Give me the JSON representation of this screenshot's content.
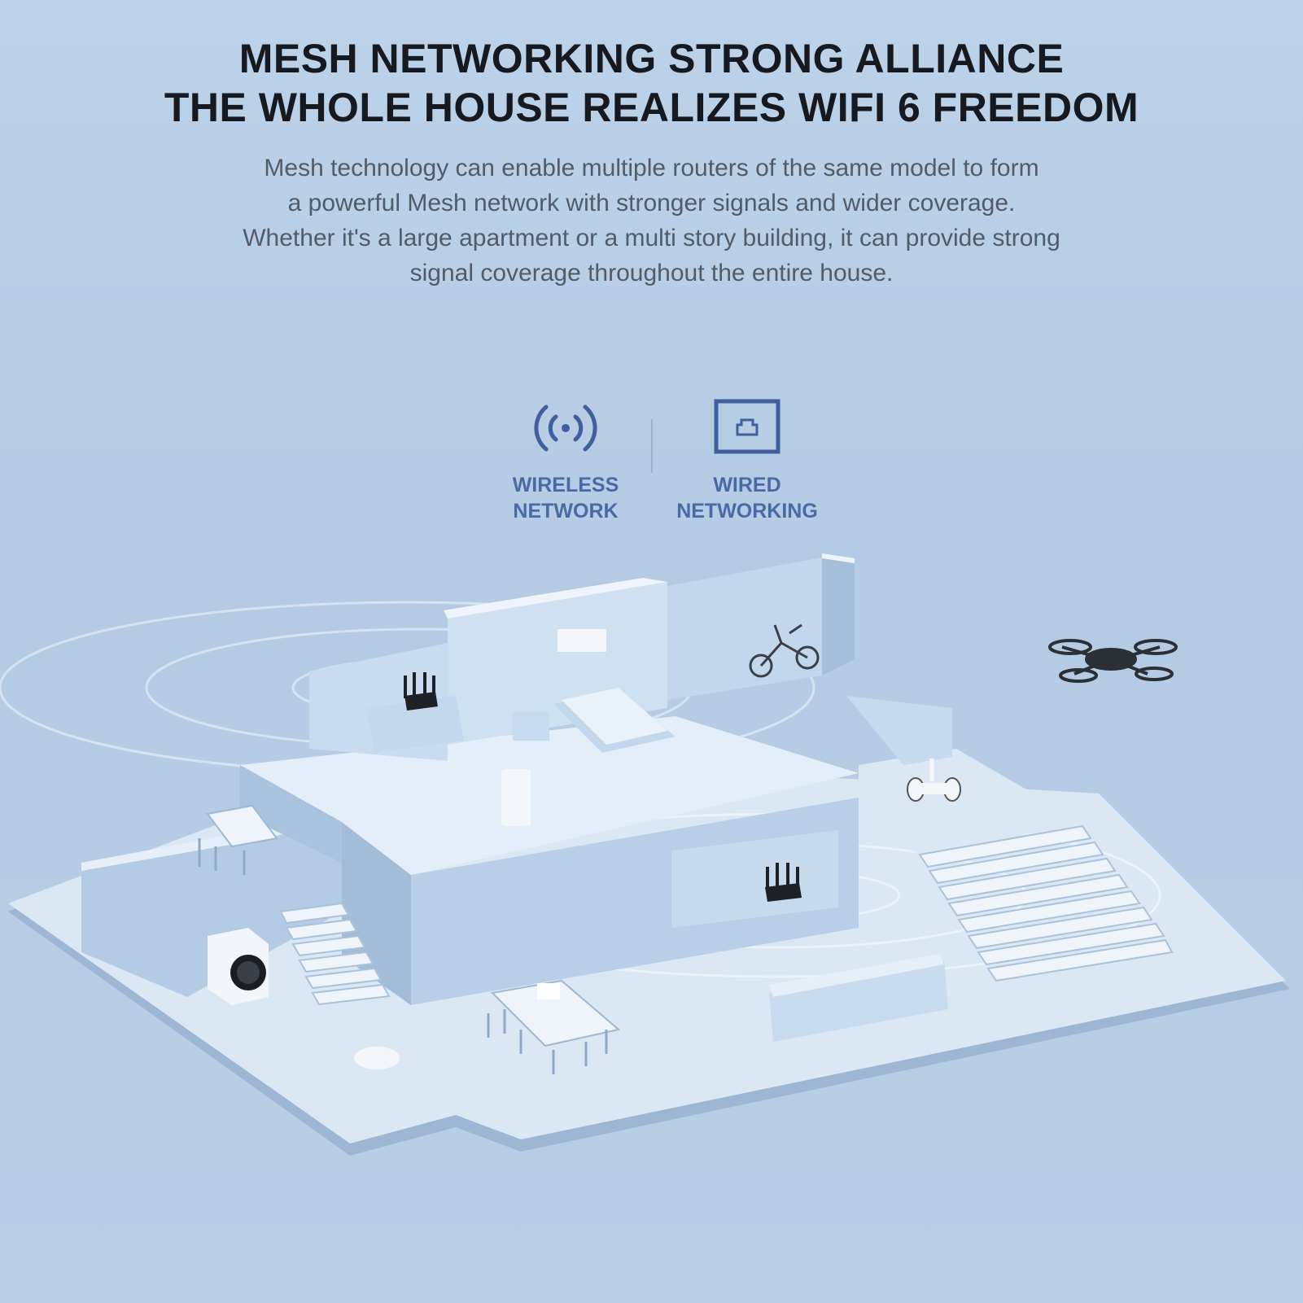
{
  "headline": {
    "line1": "MESH NETWORKING STRONG ALLIANCE",
    "line2": "THE WHOLE HOUSE REALIZES WIFI 6 FREEDOM"
  },
  "description": {
    "line1": "Mesh technology can enable multiple routers of the same model to form",
    "line2": "a powerful Mesh network with stronger signals and wider coverage.",
    "line3": "Whether it's a large apartment or a multi story building, it can provide strong",
    "line4": "signal coverage throughout the entire house."
  },
  "features": {
    "wireless": {
      "icon": "wifi-signal-icon",
      "line1": "WIRELESS",
      "line2": "NETWORK"
    },
    "wired": {
      "icon": "ethernet-port-icon",
      "line1": "WIRED",
      "line2": "NETWORKING"
    }
  },
  "colors": {
    "background": "#b9cfe6",
    "headline": "#161a20",
    "body_text": "#535b66",
    "accent": "#4a6aa6",
    "house": "#dfeaf5"
  }
}
